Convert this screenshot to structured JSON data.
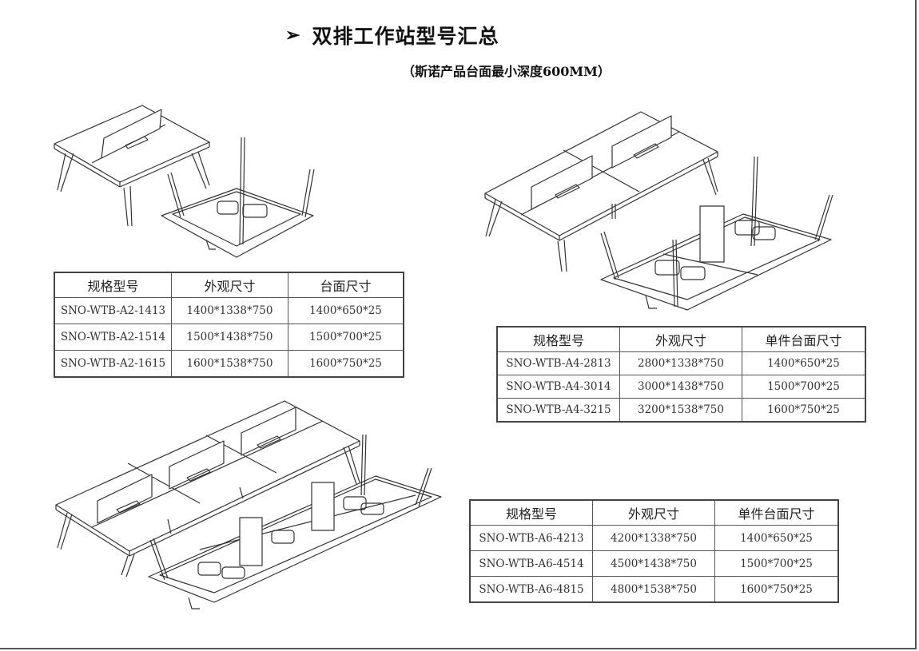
{
  "header": {
    "arrow": "➢",
    "title": "双排工作站型号汇总",
    "subtitle": "（斯诺产品台面最小深度600MM）"
  },
  "tables": [
    {
      "headers": [
        "规格型号",
        "外观尺寸",
        "台面尺寸"
      ],
      "rows": [
        [
          "SNO-WTB-A2-1413",
          "1400*1338*750",
          "1400*650*25"
        ],
        [
          "SNO-WTB-A2-1514",
          "1500*1438*750",
          "1500*700*25"
        ],
        [
          "SNO-WTB-A2-1615",
          "1600*1538*750",
          "1600*750*25"
        ]
      ]
    },
    {
      "headers": [
        "规格型号",
        "外观尺寸",
        "单件台面尺寸"
      ],
      "rows": [
        [
          "SNO-WTB-A4-2813",
          "2800*1338*750",
          "1400*650*25"
        ],
        [
          "SNO-WTB-A4-3014",
          "3000*1438*750",
          "1500*700*25"
        ],
        [
          "SNO-WTB-A4-3215",
          "3200*1538*750",
          "1600*750*25"
        ]
      ]
    },
    {
      "headers": [
        "规格型号",
        "外观尺寸",
        "单件台面尺寸"
      ],
      "rows": [
        [
          "SNO-WTB-A6-4213",
          "4200*1338*750",
          "1400*650*25"
        ],
        [
          "SNO-WTB-A6-4514",
          "4500*1438*750",
          "1500*700*25"
        ],
        [
          "SNO-WTB-A6-4815",
          "4800*1538*750",
          "1600*750*25"
        ]
      ]
    }
  ]
}
